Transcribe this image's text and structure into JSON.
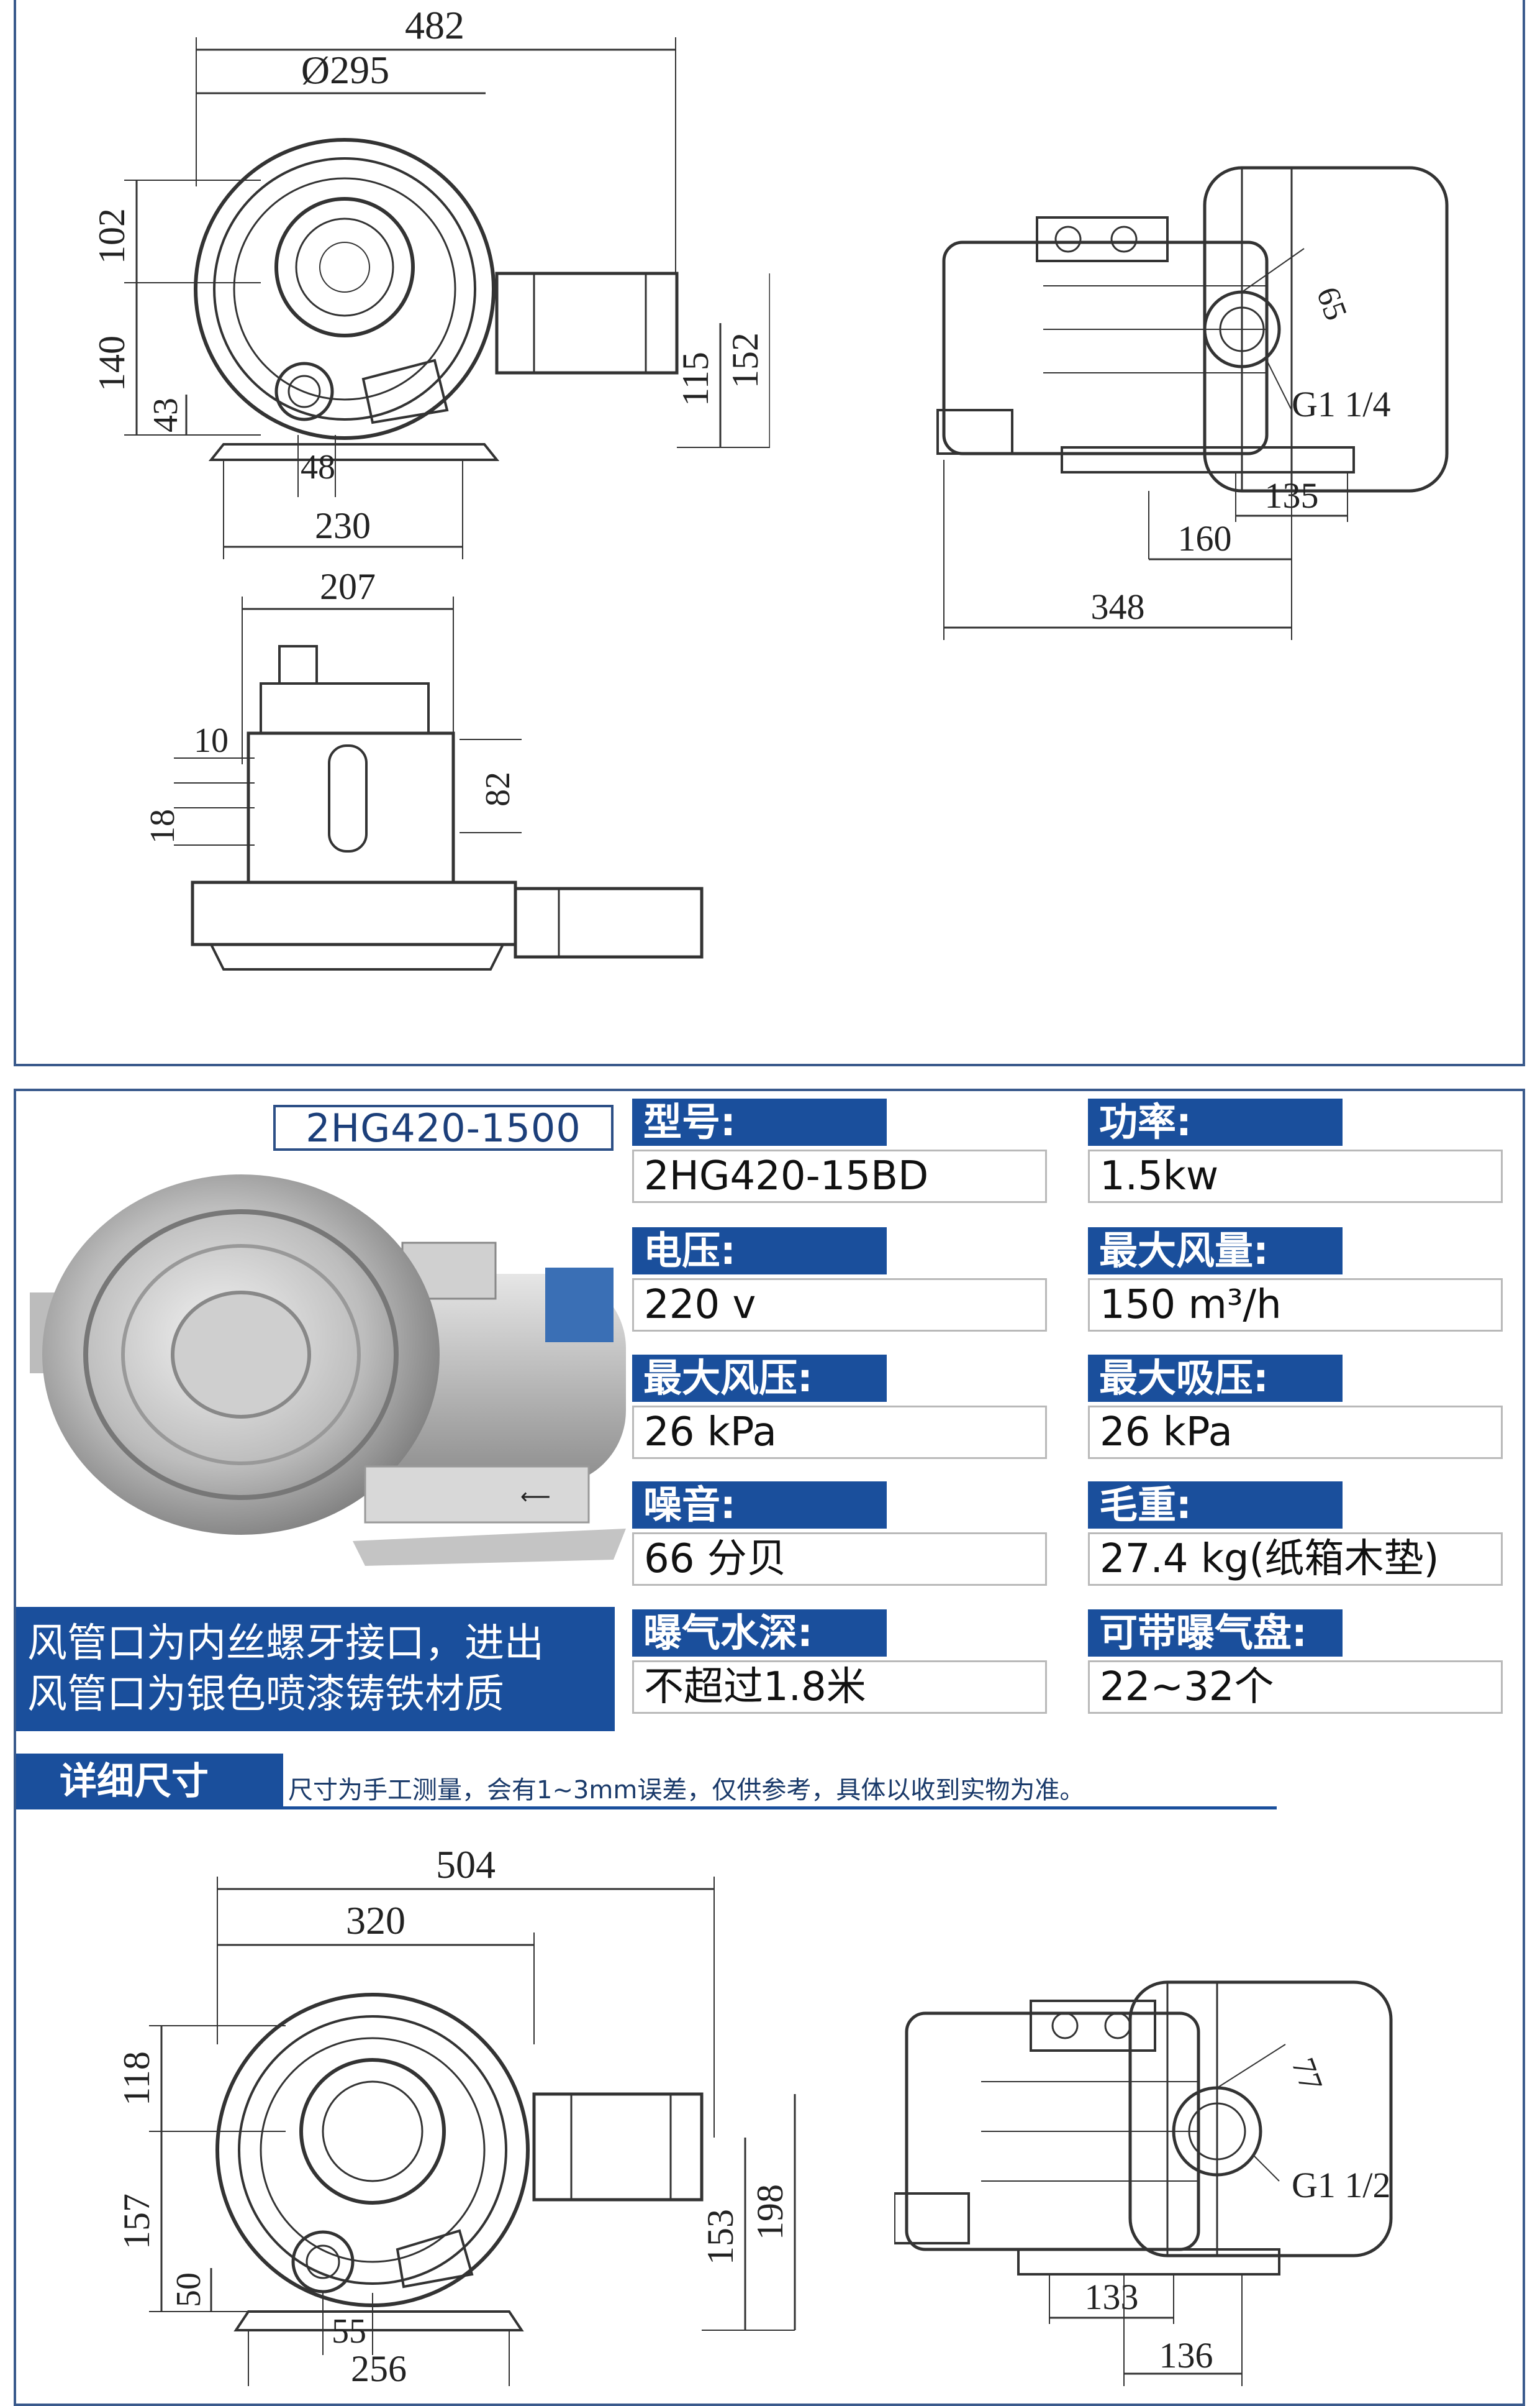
{
  "drawing_top": {
    "front_view": {
      "d_total": "482",
      "d_wheel": "Ø295",
      "d_upper": "102",
      "d_lower": "140",
      "d_foot": "43",
      "d_outlet": "115",
      "d_height": "152",
      "d_inlet": "48",
      "d_base": "230"
    },
    "side_view": {
      "d_angle": "65",
      "thread": "G1 1/4",
      "d_135": "135",
      "d_160": "160",
      "d_length": "348"
    },
    "top_view": {
      "d_width": "207",
      "d_10": "10",
      "d_82": "82",
      "d_18": "18"
    }
  },
  "product": {
    "model_tag": "2HG420-1500",
    "specs": [
      {
        "label": "型号:",
        "value": "2HG420-15BD"
      },
      {
        "label": "功率:",
        "value": "1.5kw"
      },
      {
        "label": "电压:",
        "value": "220 v"
      },
      {
        "label": "最大风量:",
        "value": "150 m³/h"
      },
      {
        "label": "最大风压:",
        "value": "26 kPa"
      },
      {
        "label": "最大吸压:",
        "value": "26 kPa"
      },
      {
        "label": "噪音:",
        "value": "66 分贝"
      },
      {
        "label": "毛重:",
        "value": "27.4 kg(纸箱木垫)"
      },
      {
        "label": "曝气水深:",
        "value": "不超过1.8米"
      },
      {
        "label": "可带曝气盘:",
        "value": "22~32个"
      }
    ],
    "material_note_line1": "风管口为内丝螺牙接口，进出",
    "material_note_line2": "风管口为银色喷漆铸铁材质"
  },
  "section": {
    "title": "详细尺寸",
    "note": "尺寸为手工测量，会有1~3mm误差，仅供参考，具体以收到实物为准。"
  },
  "drawing_bottom": {
    "front_view": {
      "d_total": "504",
      "d_wheel": "320",
      "d_upper": "118",
      "d_lower": "157",
      "d_foot": "50",
      "d_outlet": "153",
      "d_height": "198",
      "d_inlet": "55",
      "d_base": "256"
    },
    "side_view": {
      "d_angle": "77",
      "thread": "G1 1/2",
      "d_133": "133",
      "d_136": "136"
    }
  },
  "colors": {
    "brand_blue": "#1a4f9c",
    "frame_blue": "#3a5a8c"
  }
}
